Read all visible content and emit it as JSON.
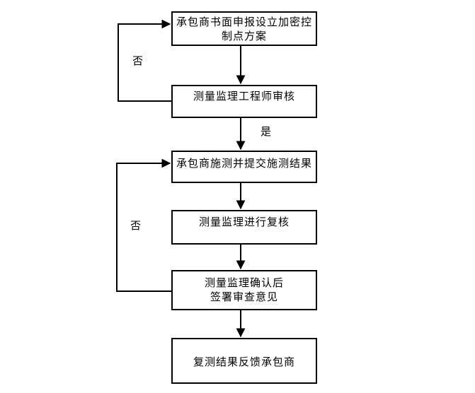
{
  "page": {
    "background_color": "#ffffff",
    "stroke_color": "#000000",
    "text_color": "#000000"
  },
  "diagram": {
    "type": "flowchart",
    "nodes": [
      {
        "id": "declare-plan",
        "lines": [
          "承包商书面申报设立加密控",
          "制点方案"
        ]
      },
      {
        "id": "engineer-review",
        "lines": [
          "测量监理工程师审核"
        ]
      },
      {
        "id": "contractor-survey",
        "lines": [
          "承包商施测并提交施测结果"
        ]
      },
      {
        "id": "supervision-recheck",
        "lines": [
          "测量监理进行复核"
        ]
      },
      {
        "id": "confirm-sign",
        "lines": [
          "测量监理确认后",
          "签署审查意见"
        ]
      },
      {
        "id": "feedback-result",
        "lines": [
          "复测结果反馈承包商"
        ]
      }
    ],
    "edge_labels": [
      {
        "id": "no-review",
        "text": "否"
      },
      {
        "id": "yes-review",
        "text": "是"
      },
      {
        "id": "no-recheck",
        "text": "否"
      }
    ]
  }
}
